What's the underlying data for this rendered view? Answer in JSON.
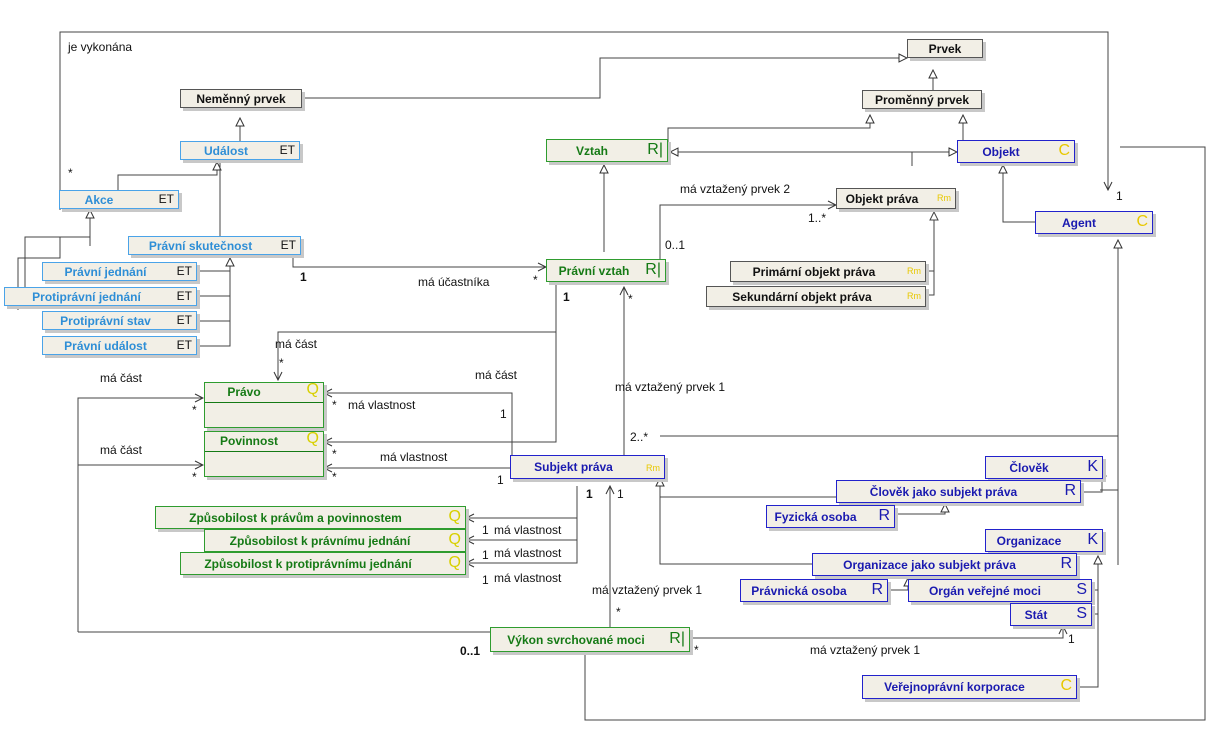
{
  "boxes": {
    "prvek": {
      "name": "Prvek",
      "stereo": ""
    },
    "nemenny": {
      "name": "Neměnný prvek",
      "stereo": ""
    },
    "promenny": {
      "name": "Proměnný prvek",
      "stereo": ""
    },
    "udalost": {
      "name": "Událost",
      "stereo": "ET"
    },
    "akce": {
      "name": "Akce",
      "stereo": "ET"
    },
    "pravni_skutecnost": {
      "name": "Právní skutečnost",
      "stereo": "ET"
    },
    "pravni_jednani": {
      "name": "Právní jednání",
      "stereo": "ET"
    },
    "protipravni_jednani": {
      "name": "Protiprávní jednání",
      "stereo": "ET"
    },
    "protipravni_stav": {
      "name": "Protiprávní stav",
      "stereo": "ET"
    },
    "pravni_udalost": {
      "name": "Právní událost",
      "stereo": "ET"
    },
    "vztah": {
      "name": "Vztah",
      "stereo": "R|"
    },
    "pravni_vztah": {
      "name": "Právní vztah",
      "stereo": "R|"
    },
    "objekt": {
      "name": "Objekt",
      "stereo": "C"
    },
    "objekt_prava": {
      "name": "Objekt práva",
      "stereo": "Rm"
    },
    "agent": {
      "name": "Agent",
      "stereo": "C"
    },
    "primarni_objekt": {
      "name": "Primární objekt práva",
      "stereo": "Rm"
    },
    "sekundarni_objekt": {
      "name": "Sekundární objekt práva",
      "stereo": "Rm"
    },
    "pravo": {
      "name": "Právo",
      "stereo": "Q"
    },
    "povinnost": {
      "name": "Povinnost",
      "stereo": "Q"
    },
    "subjekt_prava": {
      "name": "Subjekt práva",
      "stereo": "Rm"
    },
    "clovek": {
      "name": "Člověk",
      "stereo": "K"
    },
    "clovek_subjekt": {
      "name": "Člověk jako subjekt práva",
      "stereo": "R"
    },
    "fyzicka_osoba": {
      "name": "Fyzická osoba",
      "stereo": "R"
    },
    "organizace": {
      "name": "Organizace",
      "stereo": "K"
    },
    "organizace_subjekt": {
      "name": "Organizace jako subjekt práva",
      "stereo": "R"
    },
    "pravnicka_osoba": {
      "name": "Právnická osoba",
      "stereo": "R"
    },
    "organ_verejne_moci": {
      "name": "Orgán veřejné moci",
      "stereo": "S"
    },
    "stat": {
      "name": "Stát",
      "stereo": "S"
    },
    "verejnopravni_korporace": {
      "name": "Veřejnoprávní korporace",
      "stereo": "C"
    },
    "zpusobilost_prava": {
      "name": "Způsobilost k právům a povinnostem",
      "stereo": "Q"
    },
    "zpusobilost_jednani": {
      "name": "Způsobilost k právnímu jednání",
      "stereo": "Q"
    },
    "zpusobilost_protipravni": {
      "name": "Způsobilost k protiprávnímu jednání",
      "stereo": "Q"
    },
    "vykon_moci": {
      "name": "Výkon svrchované moci",
      "stereo": "R|"
    }
  },
  "labels": {
    "je_vykonana": "je vykonána",
    "star_akce": "*",
    "ma_ucastnika": "má účastníka",
    "one_ucast": "1",
    "star_ucast": "*",
    "ma_vztazeny_2": "má vztažený prvek 2",
    "zero_one_ov": "0..1",
    "one_star_ov": "1..*",
    "one_agent": "1",
    "ma_cast_a": "má část",
    "star_ma_cast_a": "*",
    "ma_cast_b": "má část",
    "ma_cast_c": "má část",
    "ma_cast_d": "má část",
    "star_pravo_l": "*",
    "star_pov_l": "*",
    "ma_vlastnost_pravo": "má vlastnost",
    "one_pravo": "1",
    "star_pravo_r1": "*",
    "star_pravo_r2": "*",
    "ma_vlastnost_pov": "má vlastnost",
    "one_pov": "1",
    "star_pov_r": "*",
    "one_pv_bottom": "1",
    "star_pv_bottom": "*",
    "ma_vztazeny_1a": "má vztažený prvek 1",
    "two_star": "2..*",
    "one_sp_a": "1",
    "one_sp_b": "1",
    "one_z1": "1",
    "ma_vlastnost_z1": "má vlastnost",
    "one_z2": "1",
    "ma_vlastnost_z2": "má vlastnost",
    "one_z3": "1",
    "ma_vlastnost_z3": "má vlastnost",
    "ma_vztazeny_1b": "má vztažený prvek 1",
    "star_vm_top": "*",
    "zero_one_vm": "0..1",
    "star_vm_right": "*",
    "ma_vztazeny_1c": "má vztažený prvek 1",
    "one_stat": "1"
  }
}
